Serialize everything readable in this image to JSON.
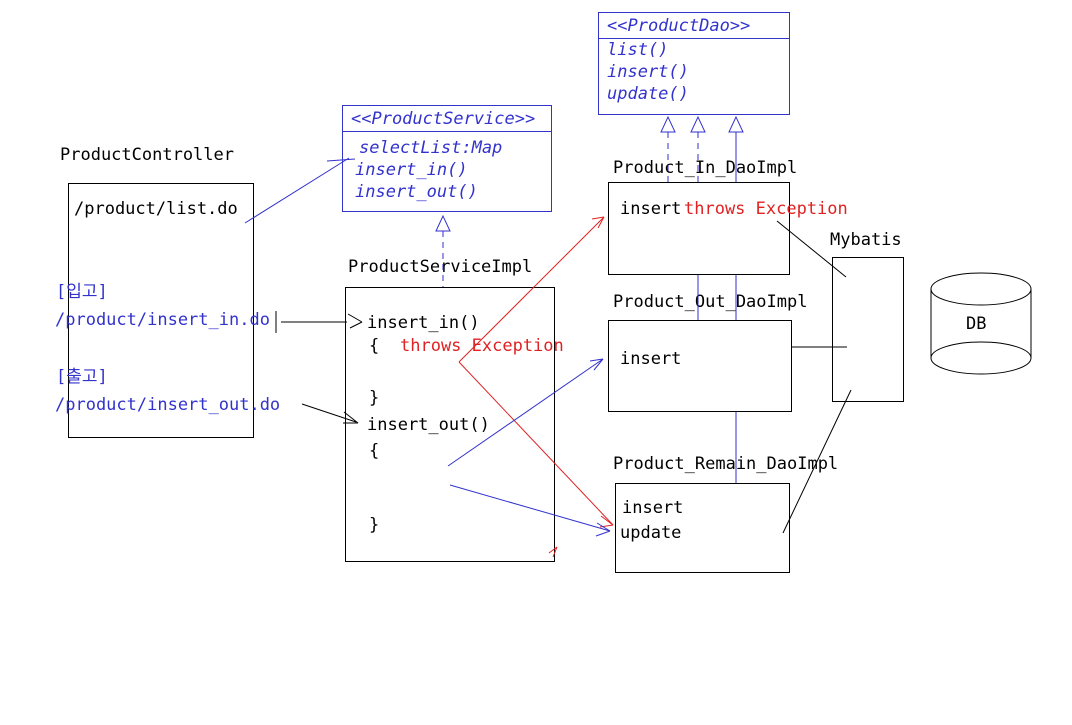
{
  "colors": {
    "blue": "#3232cd",
    "red": "#e02222",
    "black": "#000000"
  },
  "interfaces": {
    "product_dao": {
      "title": "<<ProductDao>>",
      "methods": [
        "list()",
        "insert()",
        "update()"
      ]
    },
    "product_service": {
      "title": "<<ProductService>>",
      "methods": [
        "selectList:Map",
        "insert_in()",
        "insert_out()"
      ]
    }
  },
  "controller": {
    "title": "ProductController",
    "list_url": "/product/list.do",
    "in_label": "[입고]",
    "in_url": "/product/insert_in.do",
    "out_label": "[출고]",
    "out_url": "/product/insert_out.do"
  },
  "service_impl": {
    "title": "ProductServiceImpl",
    "insert_in": "insert_in()",
    "brace_open_1": "{",
    "throws_note": "throws Exception",
    "brace_close_1": "}",
    "insert_out": "insert_out()",
    "brace_open_2": "{",
    "brace_close_2": "}"
  },
  "dao_in": {
    "title": "Product_In_DaoImpl",
    "method": "insert",
    "throws_note": "throws Exception"
  },
  "dao_out": {
    "title": "Product_Out_DaoImpl",
    "method": "insert"
  },
  "dao_remain": {
    "title": "Product_Remain_DaoImpl",
    "method_1": "insert",
    "method_2": "update"
  },
  "mybatis": {
    "title": "Mybatis"
  },
  "db": {
    "label": "DB"
  }
}
